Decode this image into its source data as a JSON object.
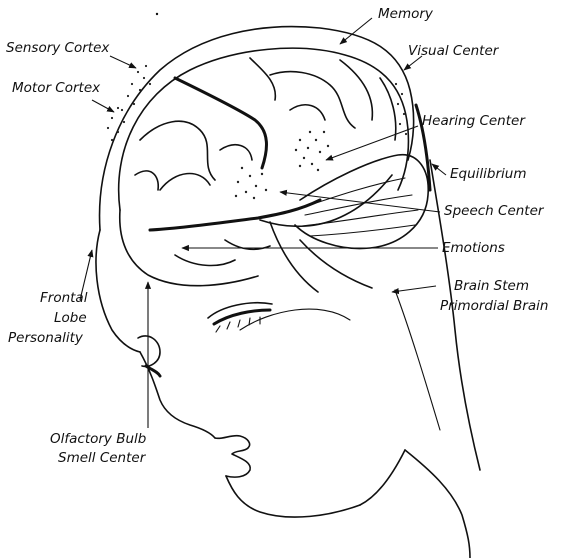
{
  "labels": {
    "sensory_cortex": "Sensory Cortex",
    "motor_cortex": "Motor Cortex",
    "memory": "Memory",
    "visual_center": "Visual Center",
    "hearing_center": "Hearing Center",
    "equilibrium": "Equilibrium",
    "speech_center": "Speech Center",
    "emotions": "Emotions",
    "brain_stem": "Brain Stem",
    "primordial_brain": "Primordial Brain",
    "frontal": "Frontal",
    "lobe": "Lobe",
    "personality": "Personality",
    "olfactory_bulb": "Olfactory Bulb",
    "smell_center": "Smell Center"
  },
  "colors": {
    "ink": "#111111",
    "background": "#ffffff"
  }
}
